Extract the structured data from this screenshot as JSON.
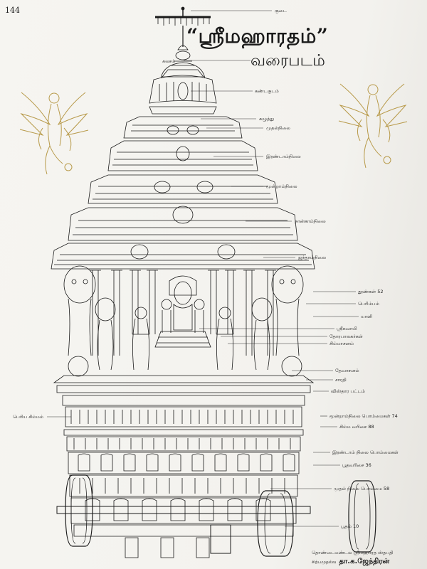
{
  "page": {
    "number": "144",
    "title": "“ஸ்ரீமஹாரதம்”",
    "subtitle": "வரைபடம்"
  },
  "labels": {
    "kudai": "குடை",
    "kalasam": "கலசம்",
    "kandakudam": "கண்டகுடம்",
    "kazhuthu": "கழுத்து",
    "muthal_nilai": "முதல்நிலை",
    "irandam_nilai": "இரண்டாம்நிலை",
    "moondram_nilai": "மூன்றாம்நிலை",
    "nangam_nilai": "நான்காம்நிலை",
    "ainthaam_nilai": "ஐந்தாம்நிலை",
    "thoongal": "தூண்கள் 52",
    "perimpam": "பெரிம்பம்",
    "yaali": "யாளி",
    "sreeswami": "ஸ்ரீசுவாமி",
    "thorapaalakargal": "தோரபாலகர்கள்",
    "simmasanam": "சிம்மாசனம்",
    "devasanam": "தேவாசனம்",
    "saarathi": "சாரதி",
    "vistara_pattam": "விஸ்தார பட்டம்",
    "periya_simham": "பெரிய சிம்மம்",
    "moondram_bommaigal": "மூன்றாம்நிலை பொம்மைகள் 74",
    "simha_vari": "சிம்ம வரிசை 88",
    "irandam_bommaigal": "இரண்டாம் நிலை பொம்மைகள்",
    "bootha_vari": "பூதவரிசை 36",
    "muthal_bommai": "முதல் நிலை பொம்மை 58",
    "bootham": "பூதம் 10"
  },
  "credit": {
    "line1": "தொண்டைமண்டல ஸ்ரீமஹாரத ஸ்தபதி",
    "line2": "சிற்பமுதல்வ",
    "name": "தா.க.ஜேந்திரன்"
  },
  "colors": {
    "ink": "#1a1a1a",
    "garuda_gold": "#b89a4a"
  }
}
